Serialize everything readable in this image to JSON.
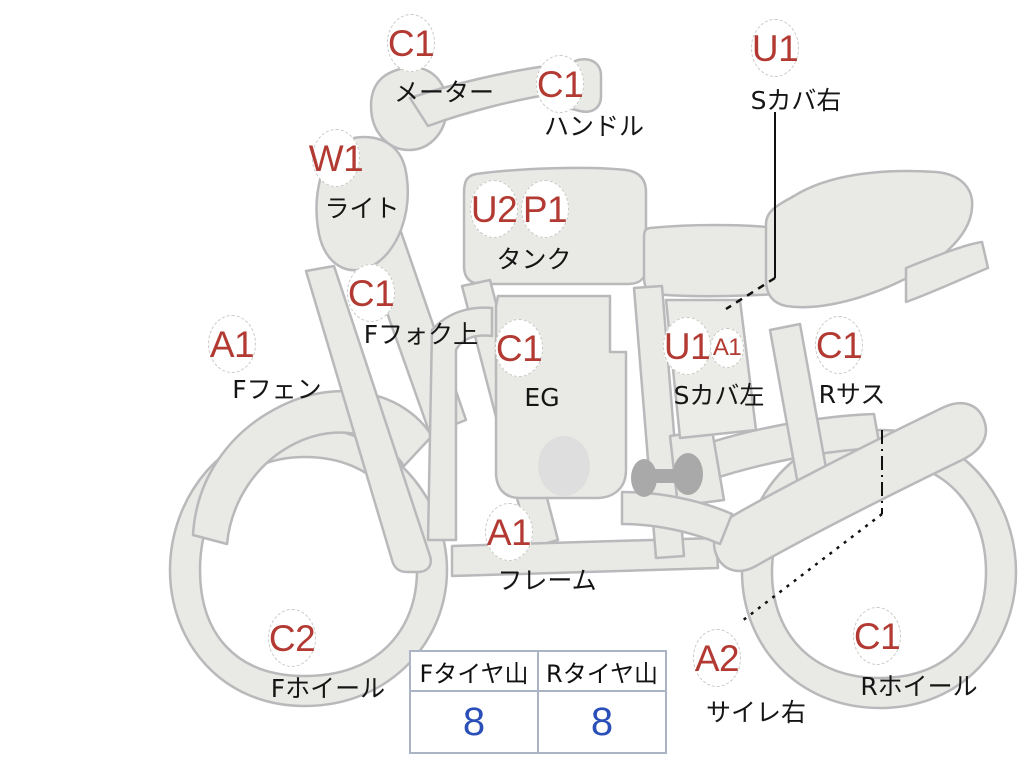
{
  "diagram": {
    "title": "Motorcycle condition inspection diagram",
    "colors": {
      "badge_text": "#b23a32",
      "badge_fill": "#ffffff",
      "badge_border": "#c9c9c5",
      "body_fill": "#e9e9e5",
      "body_stroke": "#b9b9bb",
      "body_accent": "#a9a9a9",
      "caption_text": "#151515",
      "table_border": "#aab4c4",
      "table_value": "#2a4fb8",
      "background": "#ffffff"
    }
  },
  "annotations": [
    {
      "id": "meter",
      "code": "C1",
      "label": "メーター",
      "size": "n"
    },
    {
      "id": "handle",
      "code": "C1",
      "label": "ハンドル",
      "size": "n"
    },
    {
      "id": "scover-r",
      "code": "U1",
      "label": "Sカバ右",
      "size": "n"
    },
    {
      "id": "light",
      "code": "W1",
      "label": "ライト",
      "size": "n"
    },
    {
      "id": "tank-u2",
      "code": "U2",
      "label": "タンク",
      "size": "n"
    },
    {
      "id": "tank-p1",
      "code": "P1",
      "label": "",
      "size": "n"
    },
    {
      "id": "ffork-up",
      "code": "C1",
      "label": "Fフォク上",
      "size": "n"
    },
    {
      "id": "ffender",
      "code": "A1",
      "label": "Fフェン",
      "size": "n"
    },
    {
      "id": "engine",
      "code": "C1",
      "label": "EG",
      "size": "n"
    },
    {
      "id": "scover-l",
      "code": "U1",
      "label": "Sカバ左",
      "size": "n"
    },
    {
      "id": "scover-l-2",
      "code": "A1",
      "label": "",
      "size": "s"
    },
    {
      "id": "rsus",
      "code": "C1",
      "label": "Rサス",
      "size": "n"
    },
    {
      "id": "frame",
      "code": "A1",
      "label": "フレーム",
      "size": "n"
    },
    {
      "id": "fwheel",
      "code": "C2",
      "label": "Fホイール",
      "size": "n"
    },
    {
      "id": "silencer-r",
      "code": "A2",
      "label": "サイレ右",
      "size": "n"
    },
    {
      "id": "rwheel",
      "code": "C1",
      "label": "Rホイール",
      "size": "n"
    }
  ],
  "tire_table": {
    "headers": [
      "Fタイヤ山",
      "Rタイヤ山"
    ],
    "values": [
      "8",
      "8"
    ]
  }
}
